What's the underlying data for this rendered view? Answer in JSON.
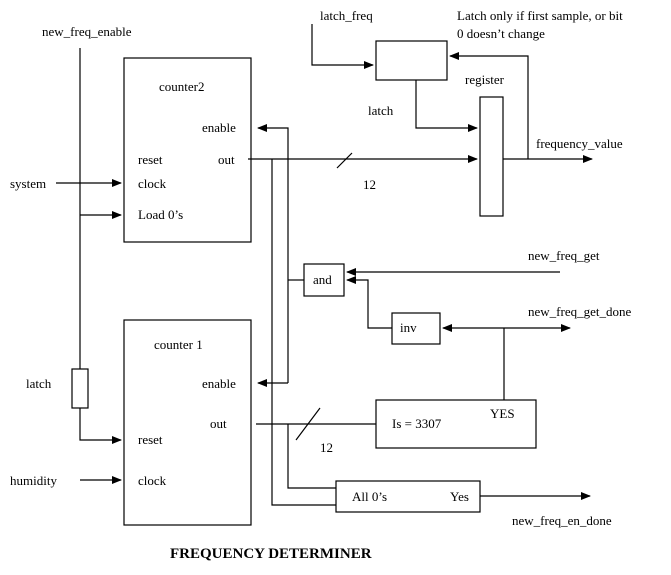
{
  "title": "FREQUENCY DETERMINER",
  "signals": {
    "new_freq_enable": "new_freq_enable",
    "system": "system",
    "humidity": "humidity",
    "latch_left": "latch",
    "latch_freq": "latch_freq",
    "latch_inner": "latch",
    "frequency_value": "frequency_value",
    "new_freq_get": "new_freq_get",
    "new_freq_get_done": "new_freq_get_done",
    "new_freq_en_done": "new_freq_en_done"
  },
  "note": {
    "line1": "Latch only if first sample, or bit",
    "line2": "0 doesn’t change"
  },
  "counter2": {
    "name": "counter2",
    "enable": "enable",
    "reset": "reset",
    "out": "out",
    "clock": "clock",
    "load": "Load  0’s"
  },
  "counter1": {
    "name": "counter 1",
    "enable": "enable",
    "out": "out",
    "reset": "reset",
    "clock": "clock"
  },
  "register": {
    "name": "register"
  },
  "gates": {
    "and": "and",
    "inv": "inv"
  },
  "compare": {
    "label": "Is = 3307",
    "yes": "YES"
  },
  "zeros": {
    "label": "All 0’s",
    "yes": "Yes"
  },
  "bus_width": {
    "upper": "12",
    "lower": "12"
  }
}
